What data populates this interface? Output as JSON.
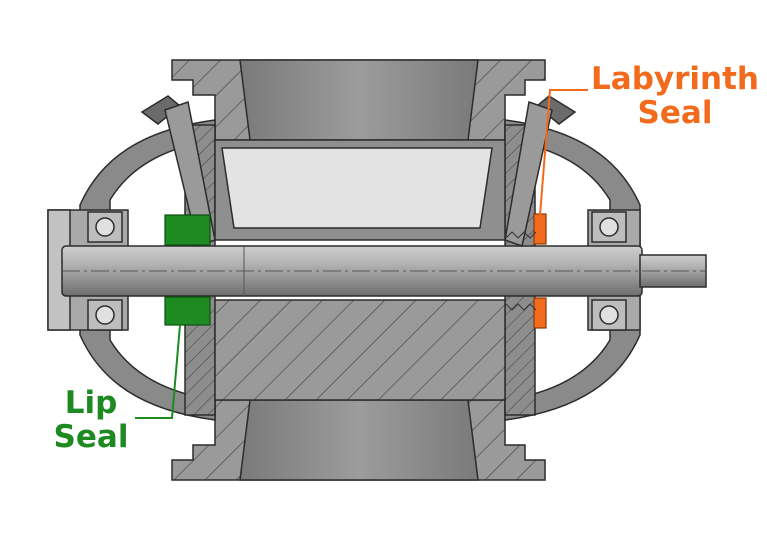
{
  "labels": {
    "labyrinth": {
      "line1": "Labyrinth",
      "line2": "Seal"
    },
    "lip": {
      "line1": "Lip",
      "line2": "Seal"
    }
  },
  "colors": {
    "labyrinth": "#f26a1b",
    "lip": "#1e8a22",
    "metal": "#8f8f8f",
    "metal_dark": "#555555",
    "shaft": "#a6a6a6",
    "rotor_light": "#e3e3e3",
    "outline": "#2c2c2c"
  },
  "icons": [
    "elbow-fitting-icon",
    "bearing-icon",
    "labyrinth-seal-icon",
    "lip-seal-icon"
  ]
}
